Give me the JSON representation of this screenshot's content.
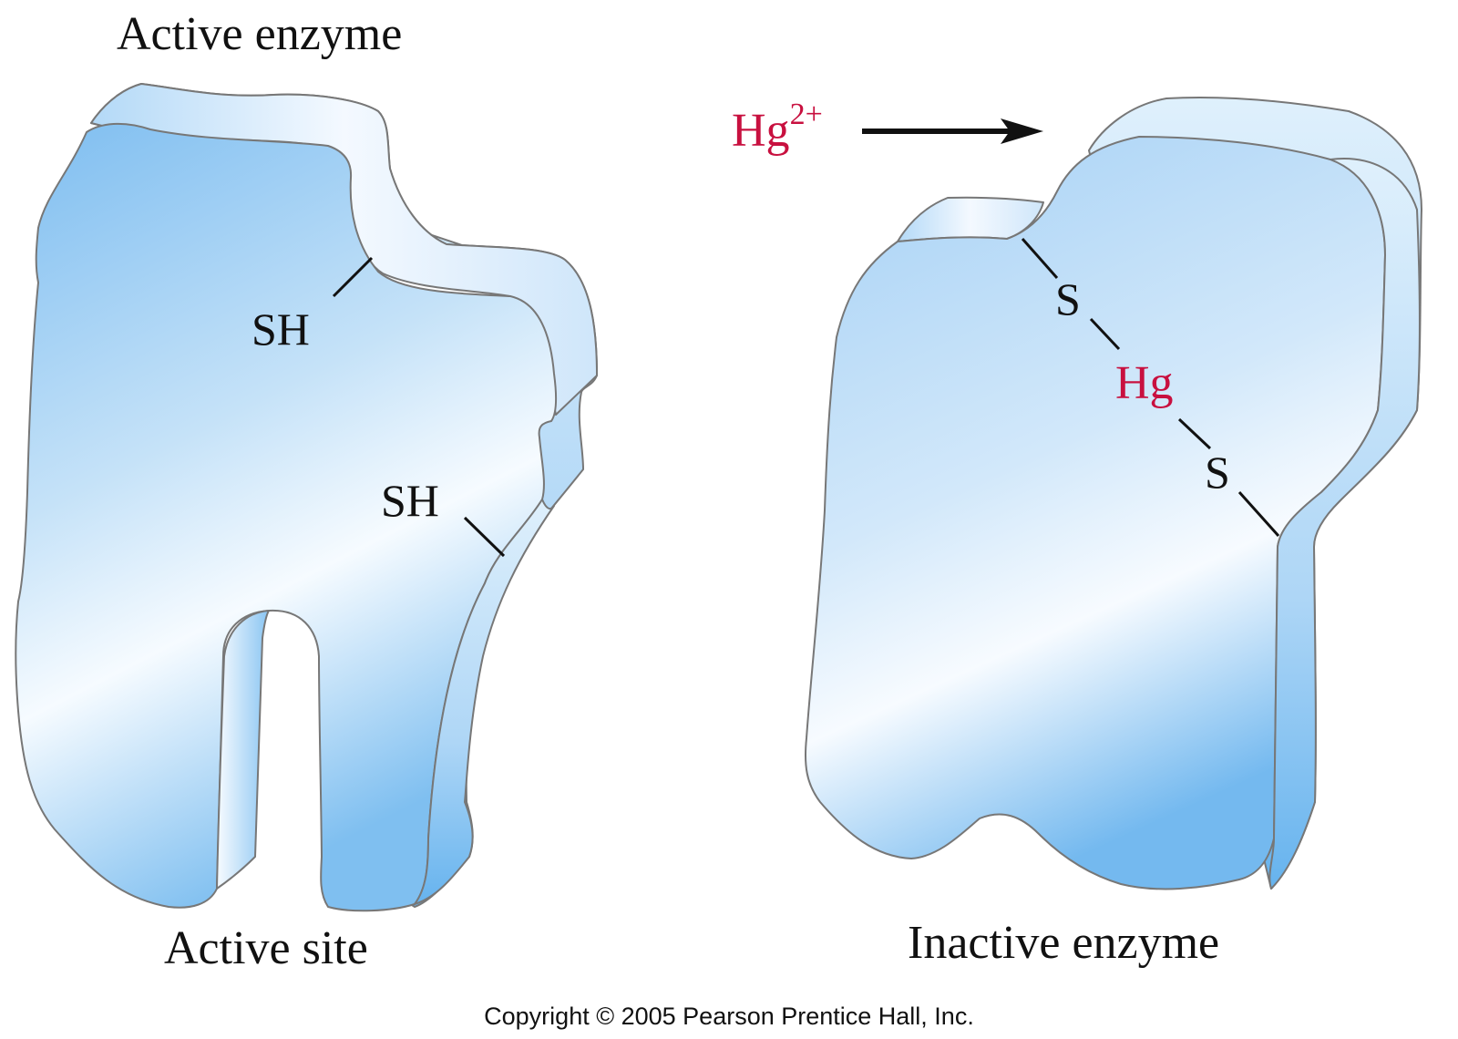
{
  "left_panel": {
    "title": "Active enzyme",
    "label_sh_top": "SH",
    "label_sh_bottom": "SH",
    "caption": "Active site"
  },
  "right_panel": {
    "reagent_base": "Hg",
    "reagent_charge": "2+",
    "label_s_top": "S",
    "label_hg": "Hg",
    "label_s_bottom": "S",
    "caption": "Inactive enzyme"
  },
  "copyright": "Copyright © 2005 Pearson Prentice Hall, Inc.",
  "colors": {
    "enzyme_light": "#f4f9fe",
    "enzyme_mid": "#b9dbf6",
    "enzyme_dark": "#72b8ee",
    "outline": "#777777",
    "mercury": "#c8103f",
    "text": "#111111"
  }
}
